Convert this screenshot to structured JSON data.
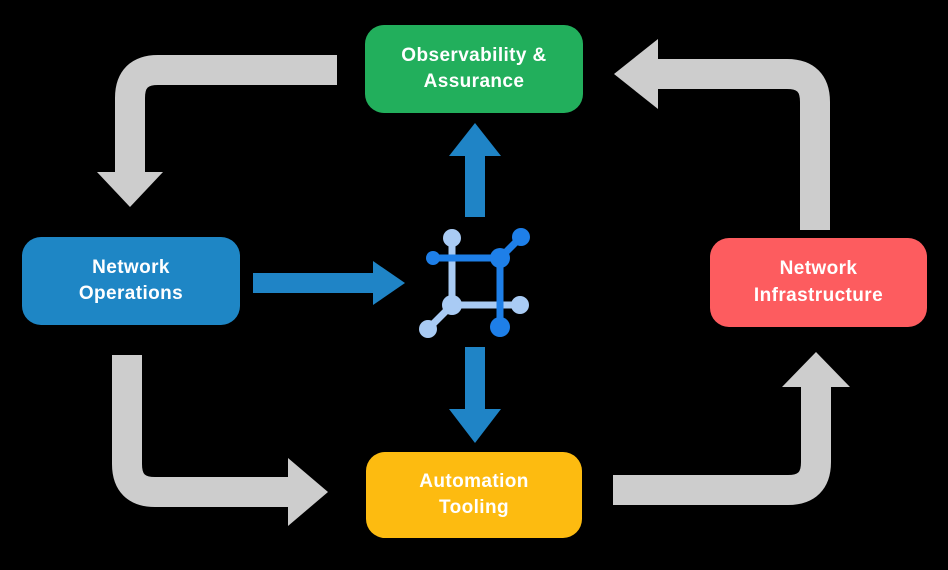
{
  "nodes": {
    "observability": {
      "line1": "Observability &",
      "line2": "Assurance",
      "color": "#22AF5C"
    },
    "operations": {
      "line1": "Network",
      "line2": "Operations",
      "color": "#1E86C5"
    },
    "infrastructure": {
      "line1": "Network",
      "line2": "Infrastructure",
      "color": "#FD5C5F"
    },
    "automation": {
      "line1": "Automation",
      "line2": "Tooling",
      "color": "#FDBB10"
    }
  },
  "colors": {
    "flow_arrow": "#CDCDCD",
    "process_arrow": "#1F84C6",
    "icon_primary": "#1E7FE8",
    "icon_secondary": "#A9CBF4",
    "text": "#FFFFFF",
    "background": "#000000"
  },
  "icon": {
    "name": "network-hub-icon"
  }
}
